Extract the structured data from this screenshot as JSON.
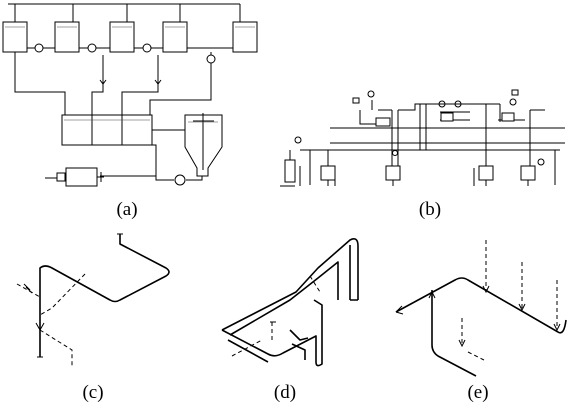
{
  "panels": [
    {
      "id": "a",
      "caption": "(a)"
    },
    {
      "id": "b",
      "caption": "(b)"
    },
    {
      "id": "c",
      "caption": "(c)"
    },
    {
      "id": "d",
      "caption": "(d)"
    },
    {
      "id": "e",
      "caption": "(e)"
    }
  ]
}
